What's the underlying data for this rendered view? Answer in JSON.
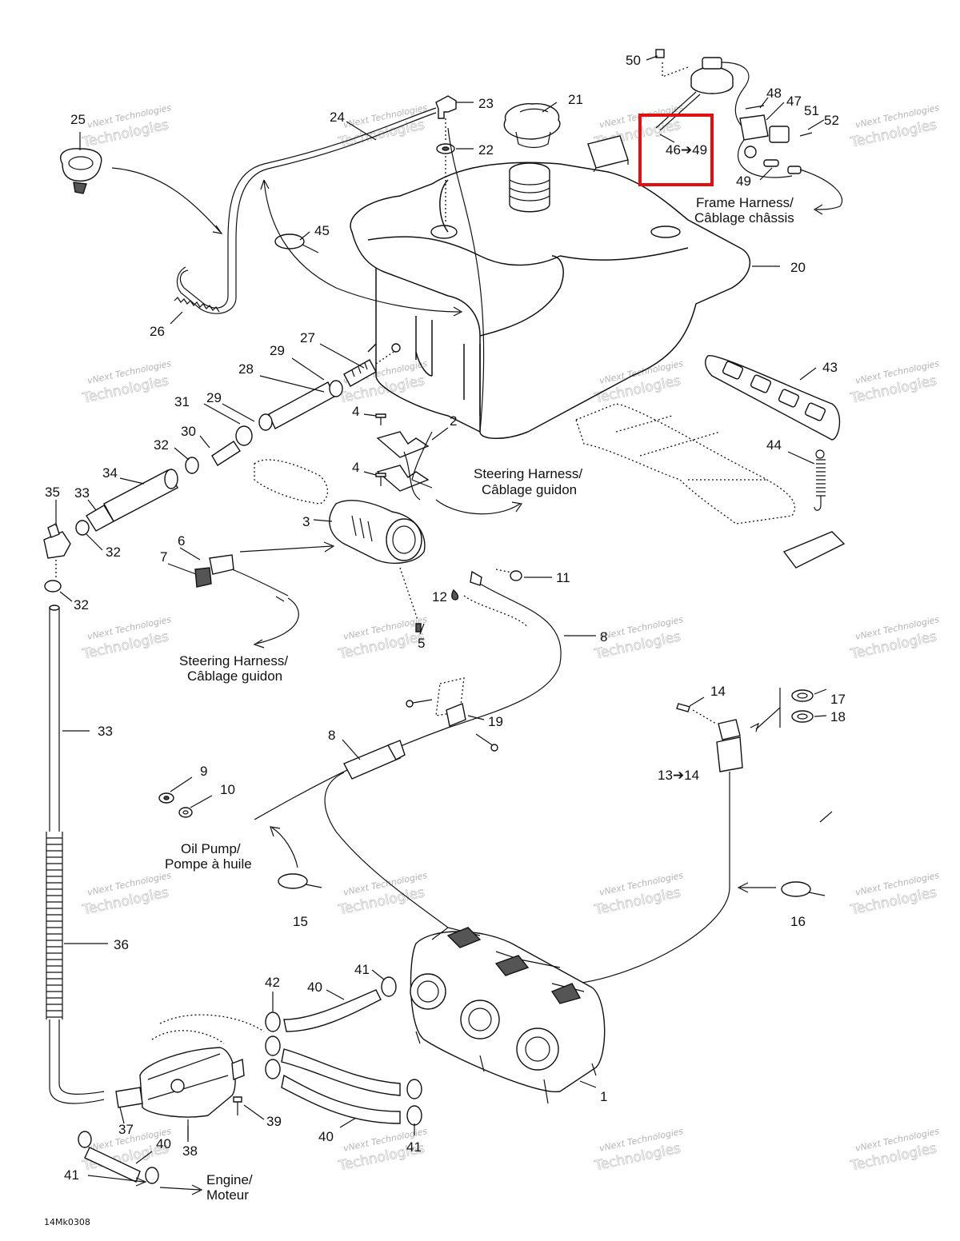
{
  "callouts": {
    "n1": "1",
    "n2": "2",
    "n3": "3",
    "n4a": "4",
    "n4b": "4",
    "n5": "5",
    "n6": "6",
    "n7": "7",
    "n8a": "8",
    "n8b": "8",
    "n9": "9",
    "n10": "10",
    "n11": "11",
    "n12": "12",
    "n13": "13",
    "n14a": "14",
    "n14b": "14",
    "n15": "15",
    "n16": "16",
    "n17": "17",
    "n18": "18",
    "n19": "19",
    "n20": "20",
    "n21": "21",
    "n22": "22",
    "n23": "23",
    "n24": "24",
    "n25": "25",
    "n26": "26",
    "n27": "27",
    "n28": "28",
    "n29a": "29",
    "n29b": "29",
    "n30": "30",
    "n31": "31",
    "n32a": "32",
    "n32b": "32",
    "n32c": "32",
    "n33a": "33",
    "n33b": "33",
    "n34": "34",
    "n35": "35",
    "n36": "36",
    "n37": "37",
    "n38": "38",
    "n39": "39",
    "n40a": "40",
    "n40b": "40",
    "n40c": "40",
    "n41a": "41",
    "n41b": "41",
    "n41c": "41",
    "n42": "42",
    "n43": "43",
    "n44": "44",
    "n45": "45",
    "n46": "46",
    "n47": "47",
    "n48": "48",
    "n49": "49",
    "n49b": "49",
    "n50": "50",
    "n51": "51",
    "n52": "52"
  },
  "range_arrow": "➔",
  "captions": {
    "frame_harness_en": "Frame Harness/",
    "frame_harness_fr": "Câblage châssis",
    "steering_harness_en_1": "Steering Harness/",
    "steering_harness_fr_1": "Câblage guidon",
    "steering_harness_en_2": "Steering Harness/",
    "steering_harness_fr_2": "Câblage guidon",
    "oil_pump_en": "Oil Pump/",
    "oil_pump_fr": "Pompe à huile",
    "engine_en": "Engine/",
    "engine_fr": "Moteur"
  },
  "drawing_ref": "14Mk0308",
  "watermark": {
    "line1": "vNext Technologies",
    "line2": "Technologies"
  },
  "highlight_color": "#e01010"
}
